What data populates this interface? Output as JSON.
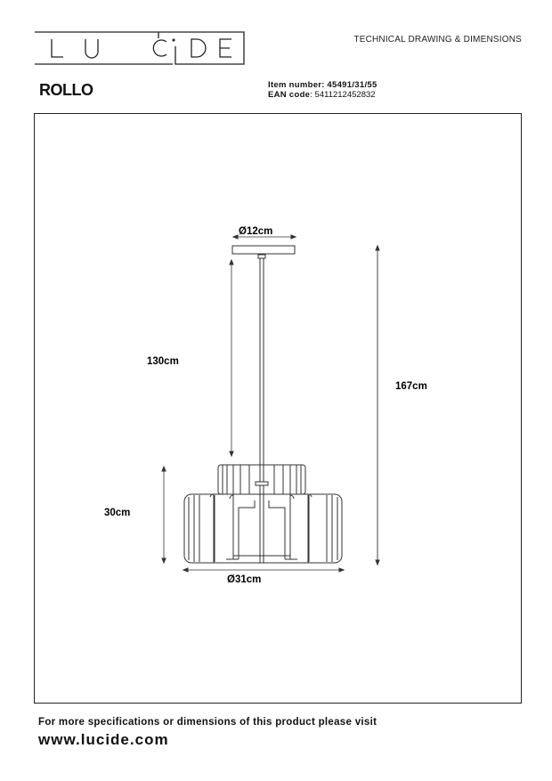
{
  "header": {
    "brand": "LUCIDE",
    "logo_letters": [
      "L",
      "U",
      "C",
      "i",
      "D",
      "E"
    ],
    "doc_type": "TECHNICAL DRAWING & DIMENSIONS",
    "product_name": "ROLLO",
    "item_number_label": "Item number:",
    "item_number_value": "45491/31/55",
    "ean_label": "EAN code",
    "ean_value": ": 5411212452832"
  },
  "drawing": {
    "canopy_diameter": "Ø12cm",
    "cable_length": "130cm",
    "total_height": "167cm",
    "shade_height": "30cm",
    "shade_diameter": "Ø31cm",
    "line_color": "#333333"
  },
  "footer": {
    "note": "For more specifications or dimensions of this product please visit",
    "url": "www.lucide.com"
  }
}
